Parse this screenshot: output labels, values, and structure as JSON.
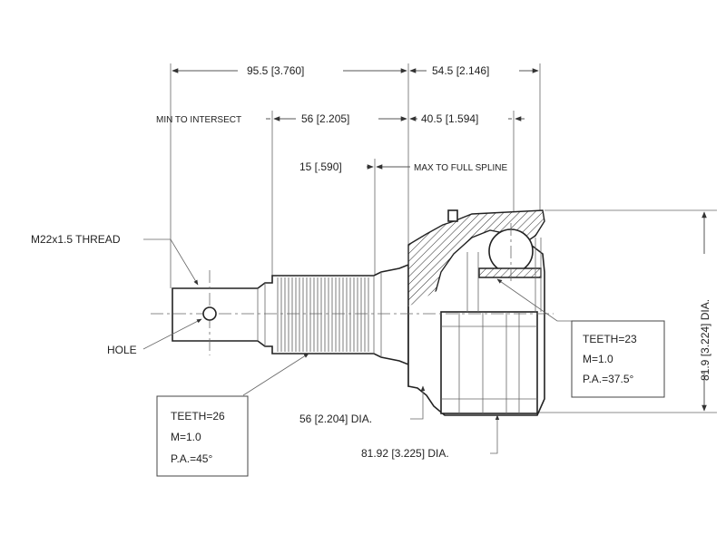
{
  "dimensions": {
    "overall_left": "95.5 [3.760]",
    "overall_right": "54.5 [2.146]",
    "min_to_intersect": "MIN TO INTERSECT",
    "mid_length": "56 [2.205]",
    "right_length": "40.5 [1.594]",
    "spline_short": "15 [.590]",
    "max_to_full_spline": "MAX TO FULL SPLINE",
    "seal_dia": "56 [2.204] DIA.",
    "outer_dia": "81.92 [3.225] DIA.",
    "overall_dia": "81.9 [3.224] DIA."
  },
  "labels": {
    "thread": "M22x1.5 THREAD",
    "hole": "HOLE"
  },
  "outer_spline": {
    "teeth": "TEETH=26",
    "module": "M=1.0",
    "pressure_angle": "P.A.=45°"
  },
  "inner_spline": {
    "teeth": "TEETH=23",
    "module": "M=1.0",
    "pressure_angle": "P.A.=37.5°"
  }
}
